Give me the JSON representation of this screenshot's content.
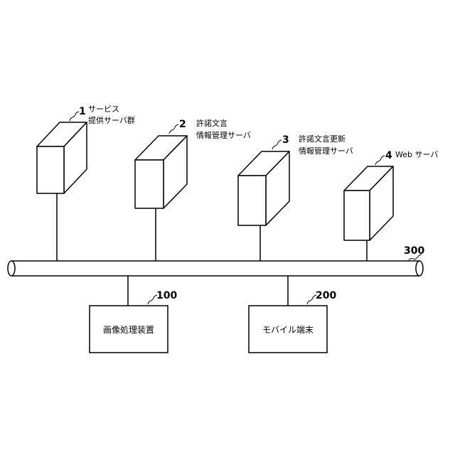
{
  "servers": [
    {
      "ref": "1",
      "label_lines": [
        "サービス",
        "提供サーバ群"
      ]
    },
    {
      "ref": "2",
      "label_lines": [
        "許諾文言",
        "情報管理サーバ"
      ]
    },
    {
      "ref": "3",
      "label_lines": [
        "許諾文言更新",
        "情報管理サーバ"
      ]
    },
    {
      "ref": "4",
      "label_lines": [
        "Web サーバ"
      ]
    }
  ],
  "network": {
    "ref": "300"
  },
  "clients": [
    {
      "ref": "100",
      "label": "画像処理装置"
    },
    {
      "ref": "200",
      "label": "モバイル端末"
    }
  ]
}
